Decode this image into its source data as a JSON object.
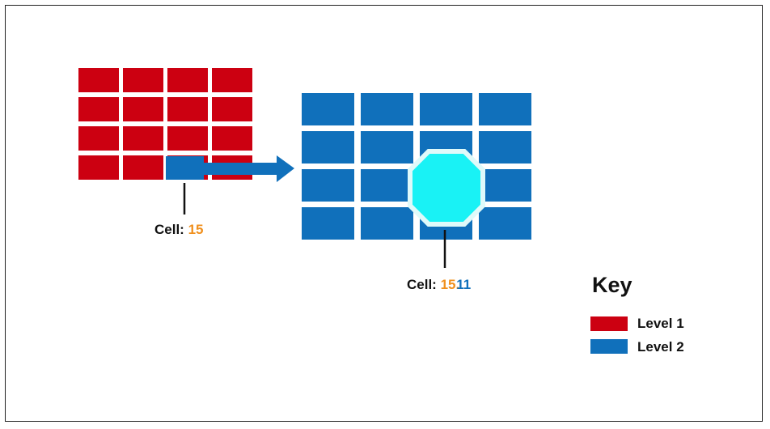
{
  "labels": {
    "cell_prefix": "Cell:",
    "level1_cell": "15",
    "level2_parent": "15.",
    "level2_child": "11"
  },
  "key": {
    "title": "Key",
    "items": [
      {
        "label": "Level 1",
        "color": "#cc0011"
      },
      {
        "label": "Level 2",
        "color": "#1070bb"
      }
    ]
  },
  "colors": {
    "level1": "#cc0011",
    "level2": "#1070bb",
    "highlight": "#19f2f5",
    "cell_number": "#f0901e",
    "child_number": "#1070bb"
  }
}
